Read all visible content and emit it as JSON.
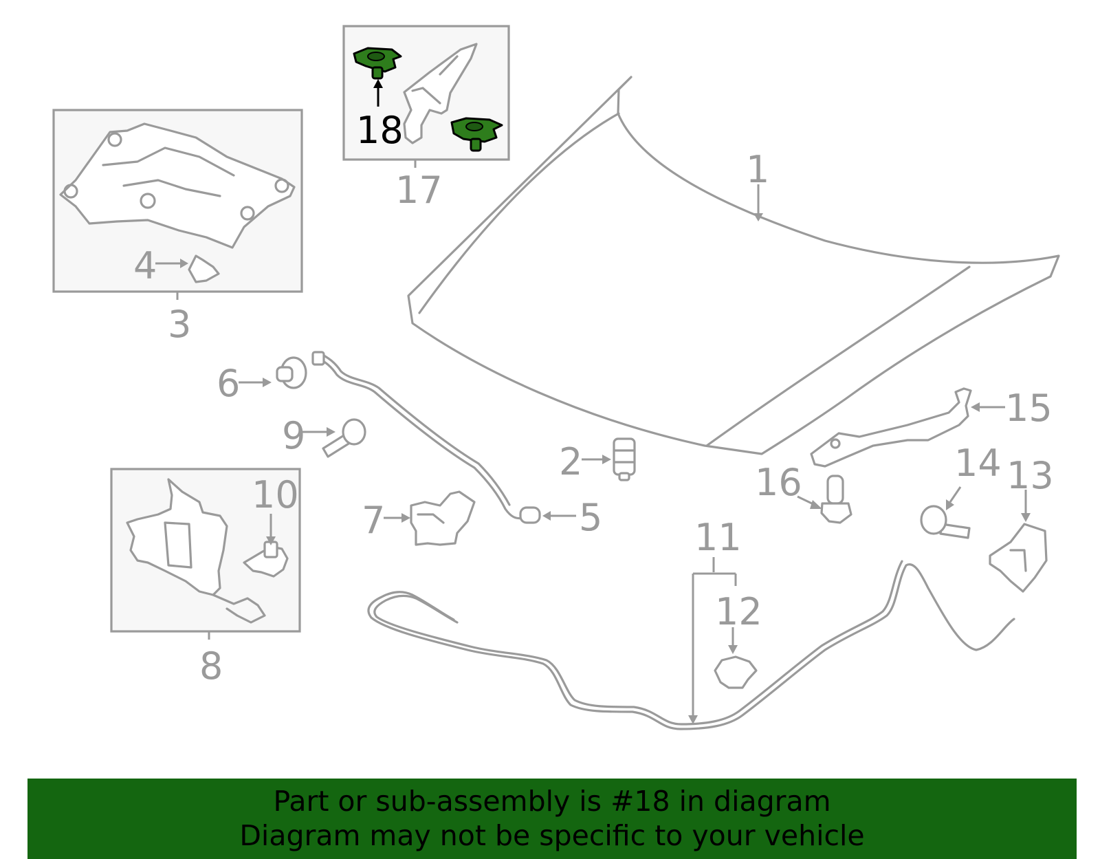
{
  "callouts": {
    "c1": "1",
    "c2": "2",
    "c3": "3",
    "c4": "4",
    "c5": "5",
    "c6": "6",
    "c7": "7",
    "c8": "8",
    "c9": "9",
    "c10": "10",
    "c11": "11",
    "c12": "12",
    "c13": "13",
    "c14": "14",
    "c15": "15",
    "c16": "16",
    "c17": "17",
    "c18": "18"
  },
  "highlighted_part": "18",
  "colors": {
    "line_gray": "#9a9a9a",
    "highlight_green": "#2e7d1c",
    "banner_green": "#146610",
    "inset_fill": "#f7f7f7"
  },
  "banner": {
    "line1": "Part or sub-assembly is #18 in diagram",
    "line2": "Diagram may not be specific to your vehicle"
  }
}
